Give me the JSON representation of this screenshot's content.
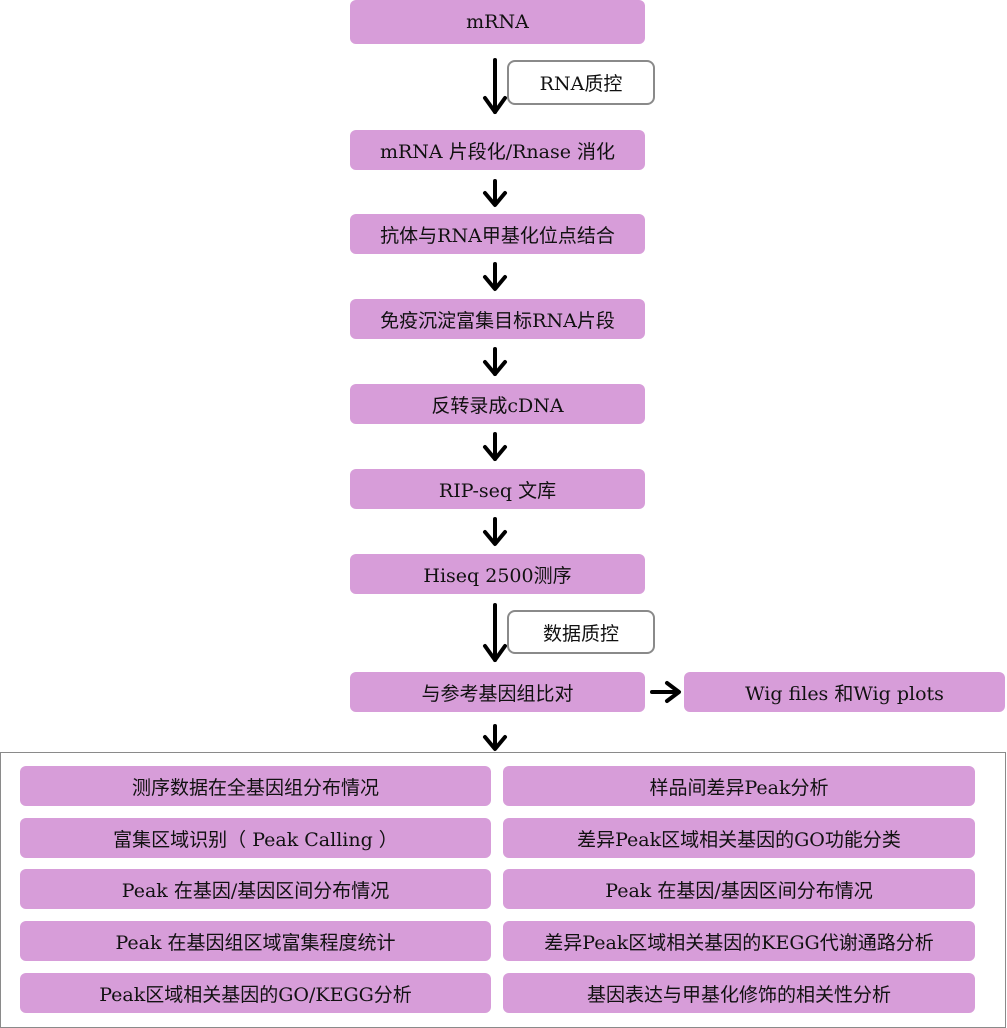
{
  "steps": {
    "mrna": "mRNA",
    "qc1": "RNA质控",
    "fragment": "mRNA 片段化/Rnase 消化",
    "antibody": "抗体与RNA甲基化位点结合",
    "ip": "免疫沉淀富集目标RNA片段",
    "rt": "反转录成cDNA",
    "library": "RIP-seq 文库",
    "sequencing": "Hiseq 2500测序",
    "qc2": "数据质控",
    "align": "与参考基因组比对",
    "wig": "Wig files 和Wig plots"
  },
  "analysis": {
    "left": [
      "测序数据在全基因组分布情况",
      "富集区域识别（ Peak Calling ）",
      "Peak 在基因/基因区间分布情况",
      "Peak 在基因组区域富集程度统计",
      "Peak区域相关基因的GO/KEGG分析"
    ],
    "right": [
      "样品间差异Peak分析",
      "差异Peak区域相关基因的GO功能分类",
      "Peak 在基因/基因区间分布情况",
      "差异Peak区域相关基因的KEGG代谢通路分析",
      "基因表达与甲基化修饰的相关性分析"
    ]
  },
  "colors": {
    "box": "#d79dd9",
    "border": "#8a8a8a"
  }
}
